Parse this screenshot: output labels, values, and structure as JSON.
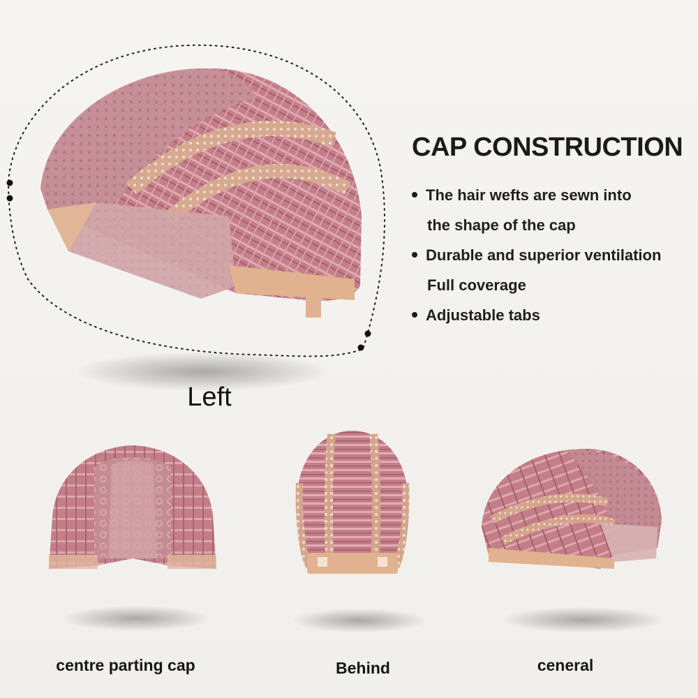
{
  "heading": "CAP CONSTRUCTION",
  "features": [
    {
      "text": "The hair wefts are sewn into",
      "bullet": true
    },
    {
      "text": "the shape of the cap",
      "bullet": false
    },
    {
      "text": "Durable and superior ventilation",
      "bullet": true
    },
    {
      "text": "Full coverage",
      "bullet": false
    },
    {
      "text": "Adjustable tabs",
      "bullet": true
    }
  ],
  "main_view_label": "Left",
  "views": [
    {
      "label": "centre parting cap"
    },
    {
      "label": "Behind"
    },
    {
      "label": "ceneral"
    }
  ],
  "colors": {
    "background": "#f4f2ef",
    "cap_pink": "#c98b94",
    "cap_dark": "#a96a73",
    "lace_tan": "#d6a98e",
    "band_tan": "#e1b28f",
    "text": "#1a1a1a"
  }
}
